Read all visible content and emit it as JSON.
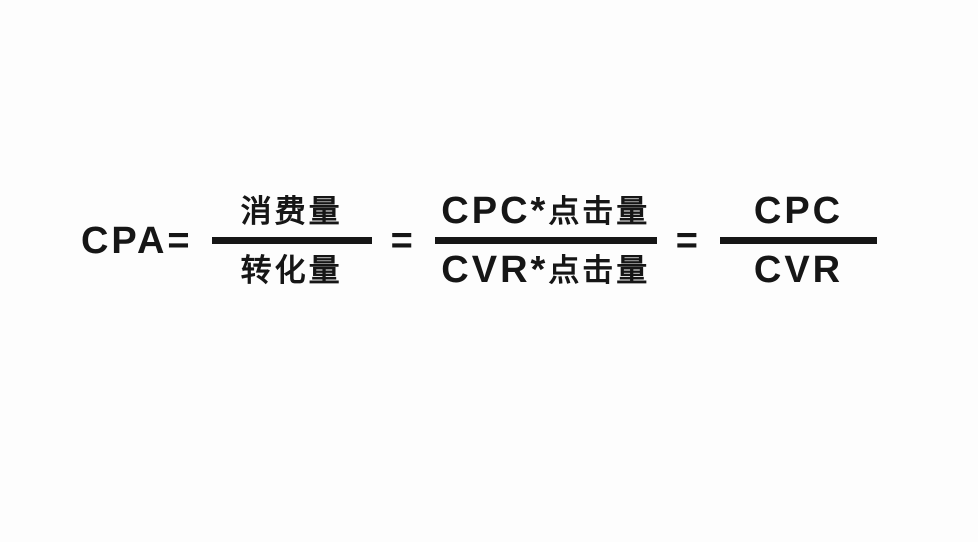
{
  "page": {
    "background_color": "#fdfdfd",
    "text_color": "#161616",
    "bar_color": "#161616"
  },
  "formula": {
    "lhs": "CPA=",
    "equals": "=",
    "fractions": [
      {
        "numerator": "消费量",
        "denominator": "转化量"
      },
      {
        "numerator": "CPC*点击量",
        "denominator": "CVR*点击量"
      },
      {
        "numerator": "CPC",
        "denominator": "CVR"
      }
    ]
  }
}
